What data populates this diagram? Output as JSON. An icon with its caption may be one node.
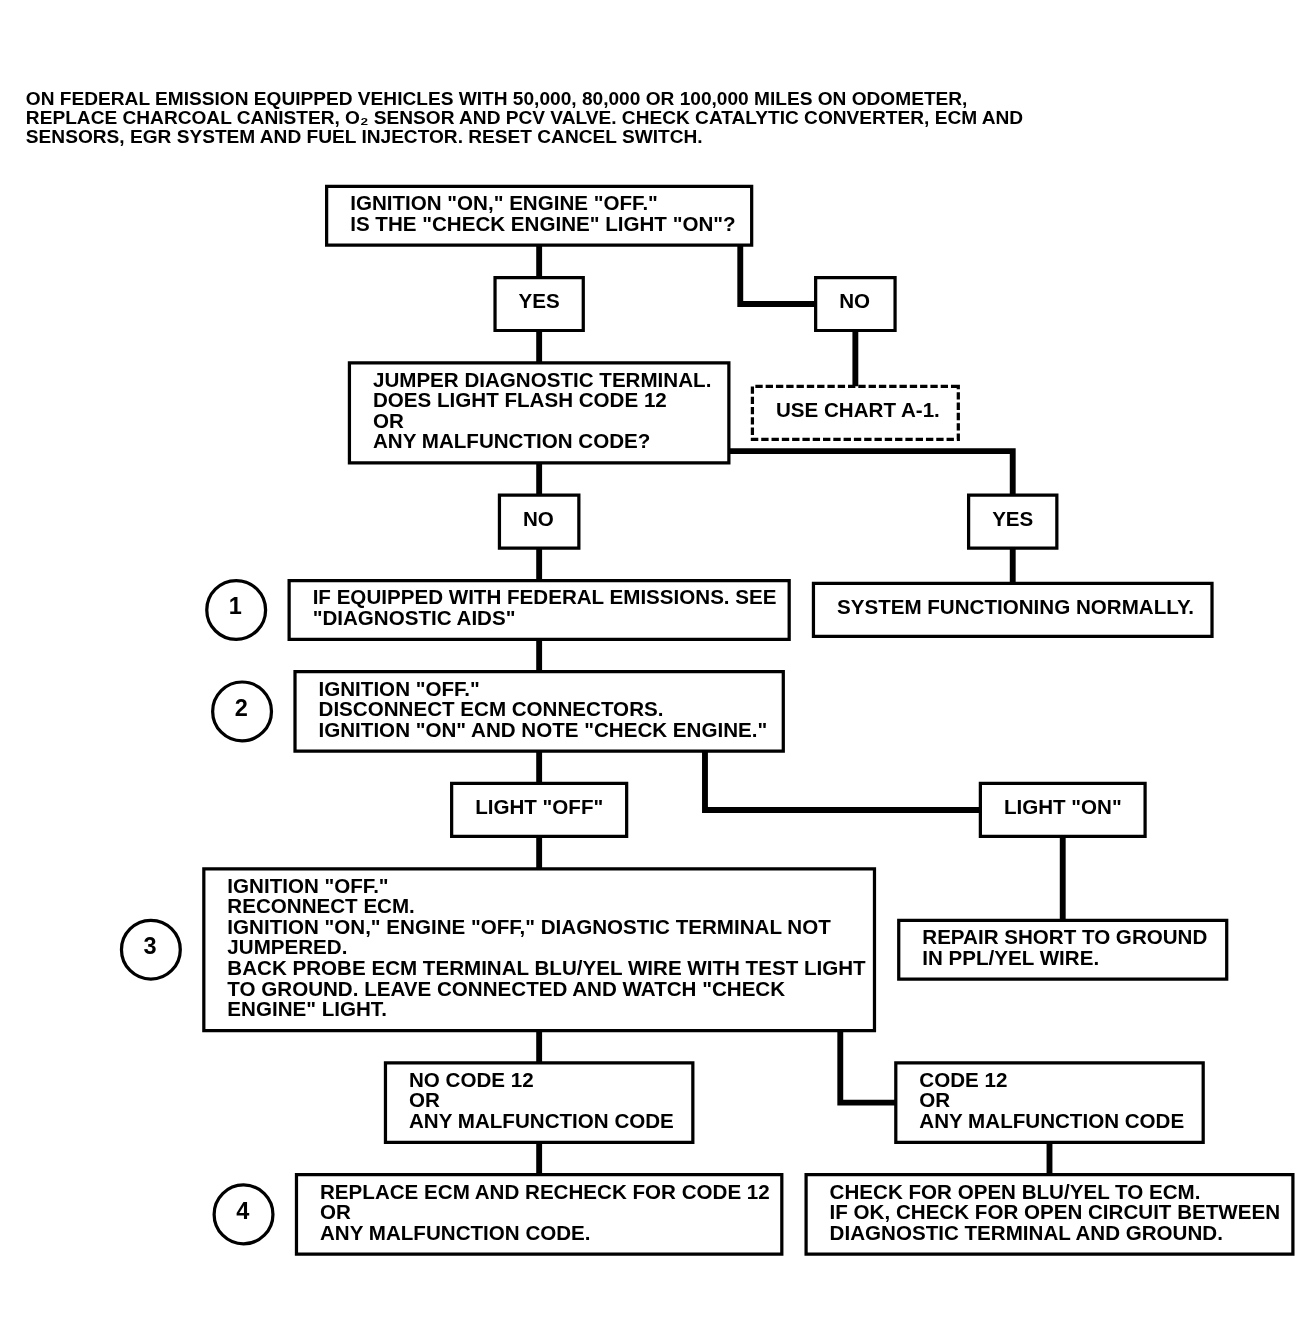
{
  "diagram": {
    "nodes": [
      {
        "text": [
          "IGNITION \"ON,\" ENGINE \"OFF.\" IS THE \"CHECK ENGINE\" LIGHT \"ON\"?"
        ]
      },
      {
        "text": [
          "YES"
        ]
      },
      {
        "text": [
          "NO"
        ]
      },
      {
        "text": [
          "USE CHART A-1."
        ]
      },
      {
        "text": [
          "JUMPER DIAGNOSTIC TERMINAL. DOES LIGHT FLASH CODE 12 OR ANY MALFUNCTION CODE?"
        ]
      },
      {
        "text": [
          "NO"
        ]
      },
      {
        "text": [
          "YES"
        ]
      },
      {
        "text": [
          "1"
        ]
      },
      {
        "text": [
          "IF EQUIPPED WITH FEDERAL EMISSIONS. SEE \"DIAGNOSTIC AIDS\""
        ]
      },
      {
        "text": [
          "SYSTEM FUNCTIONING NORMALLY."
        ]
      },
      {
        "text": [
          "2"
        ]
      },
      {
        "text": [
          "IGNITION \"OFF.\"",
          "DISCONNECT ECM CONNECTORS.",
          "IGNITION \"ON\" AND NOTE \"CHECK ENGINE.\""
        ]
      },
      {
        "text": [
          "LIGHT \"OFF\""
        ]
      },
      {
        "text": [
          "LIGHT \"ON\""
        ]
      },
      {
        "text": [
          "3"
        ]
      },
      {
        "text": [
          "IGNITION \"OFF.\"",
          "RECONNECT ECM.",
          "IGNITION \"ON,\" ENGINE \"OFF,\" DIAGNOSTIC TERMINAL NOT JUMPERED.",
          "BACK PROBE ECM TERMINAL BLU/YEL WIRE WITH TEST LIGHT TO GROUND. LEAVE CONNECTED AND WATCH \"CHECK ENGINE\" LIGHT."
        ]
      },
      {
        "text": [
          "REPAIR SHORT TO GROUND IN PPL/YEL WIRE."
        ]
      },
      {
        "text": [
          "NO CODE 12 OR ANY MALFUNCTION CODE"
        ]
      },
      {
        "text": [
          "CODE 12 OR ANY MALFUNCTION CODE"
        ]
      },
      {
        "text": [
          "4"
        ]
      },
      {
        "text": [
          "REPLACE ECM AND RECHECK FOR CODE 12 OR ANY MALFUNCTION CODE."
        ]
      },
      {
        "text": [
          "CHECK FOR OPEN BLU/YEL TO ECM. IF OK, CHECK FOR OPEN CIRCUIT BETWEEN DIAGNOSTIC TERMINAL AND GROUND."
        ]
      }
    ],
    "edges": [
      {
        "from": 0,
        "to": 1,
        "arrow": "none"
      },
      {
        "from": 0,
        "to": 2,
        "arrow": "none"
      },
      {
        "from": 1,
        "to": 4,
        "arrow": "none"
      },
      {
        "from": 2,
        "to": 3,
        "arrow": "none"
      },
      {
        "from": 4,
        "to": 5,
        "arrow": "none"
      },
      {
        "from": 4,
        "to": 6,
        "arrow": "none"
      },
      {
        "from": 5,
        "to": 8,
        "arrow": "none"
      },
      {
        "from": 6,
        "to": 9,
        "arrow": "none"
      },
      {
        "from": 8,
        "to": 11,
        "arrow": "none"
      },
      {
        "from": 11,
        "to": 12,
        "arrow": "none"
      },
      {
        "from": 11,
        "to": 13,
        "arrow": "none"
      },
      {
        "from": 12,
        "to": 15,
        "arrow": "none"
      },
      {
        "from": 13,
        "to": 16,
        "arrow": "none"
      },
      {
        "from": 15,
        "to": 17,
        "arrow": "none"
      },
      {
        "from": 15,
        "to": 18,
        "arrow": "none"
      },
      {
        "from": 17,
        "to": 20,
        "arrow": "none"
      },
      {
        "from": 18,
        "to": 21,
        "arrow": "none"
      }
    ],
    "labels": [
      "ON FEDERAL EMISSION EQUIPPED VEHICLES WITH 50,000, 80,000 OR 100,000 MILES ON ODOMETER, REPLACE CHARCOAL CANISTER, O₂ SENSOR AND PCV VALVE. CHECK CATALYTIC CONVERTER, ECM AND SENSORS, EGR SYSTEM AND FUEL INJECTOR. RESET CANCEL SWITCH."
    ]
  }
}
